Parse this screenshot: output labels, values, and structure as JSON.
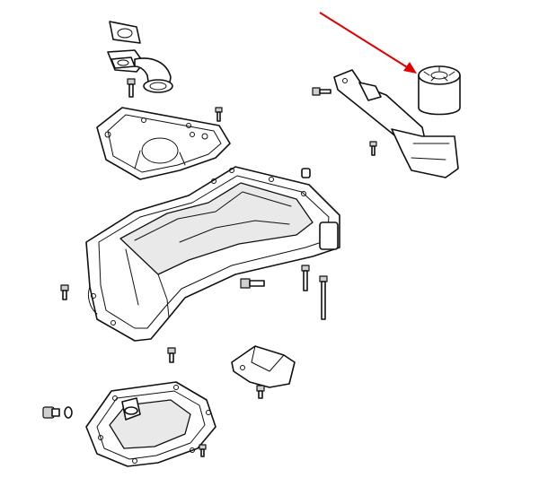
{
  "diagram": {
    "highlight_color": "#e00000",
    "line_color": "#111111",
    "parts": [
      "oil-filter",
      "filter-adapter-bracket",
      "oil-pick-up-tube",
      "pick-up-tube-gasket",
      "oil-pan-gasket",
      "upper-oil-pan",
      "lower-oil-pan",
      "baffle-plate",
      "drain-plug",
      "bolts",
      "dowel-sleeve"
    ]
  }
}
